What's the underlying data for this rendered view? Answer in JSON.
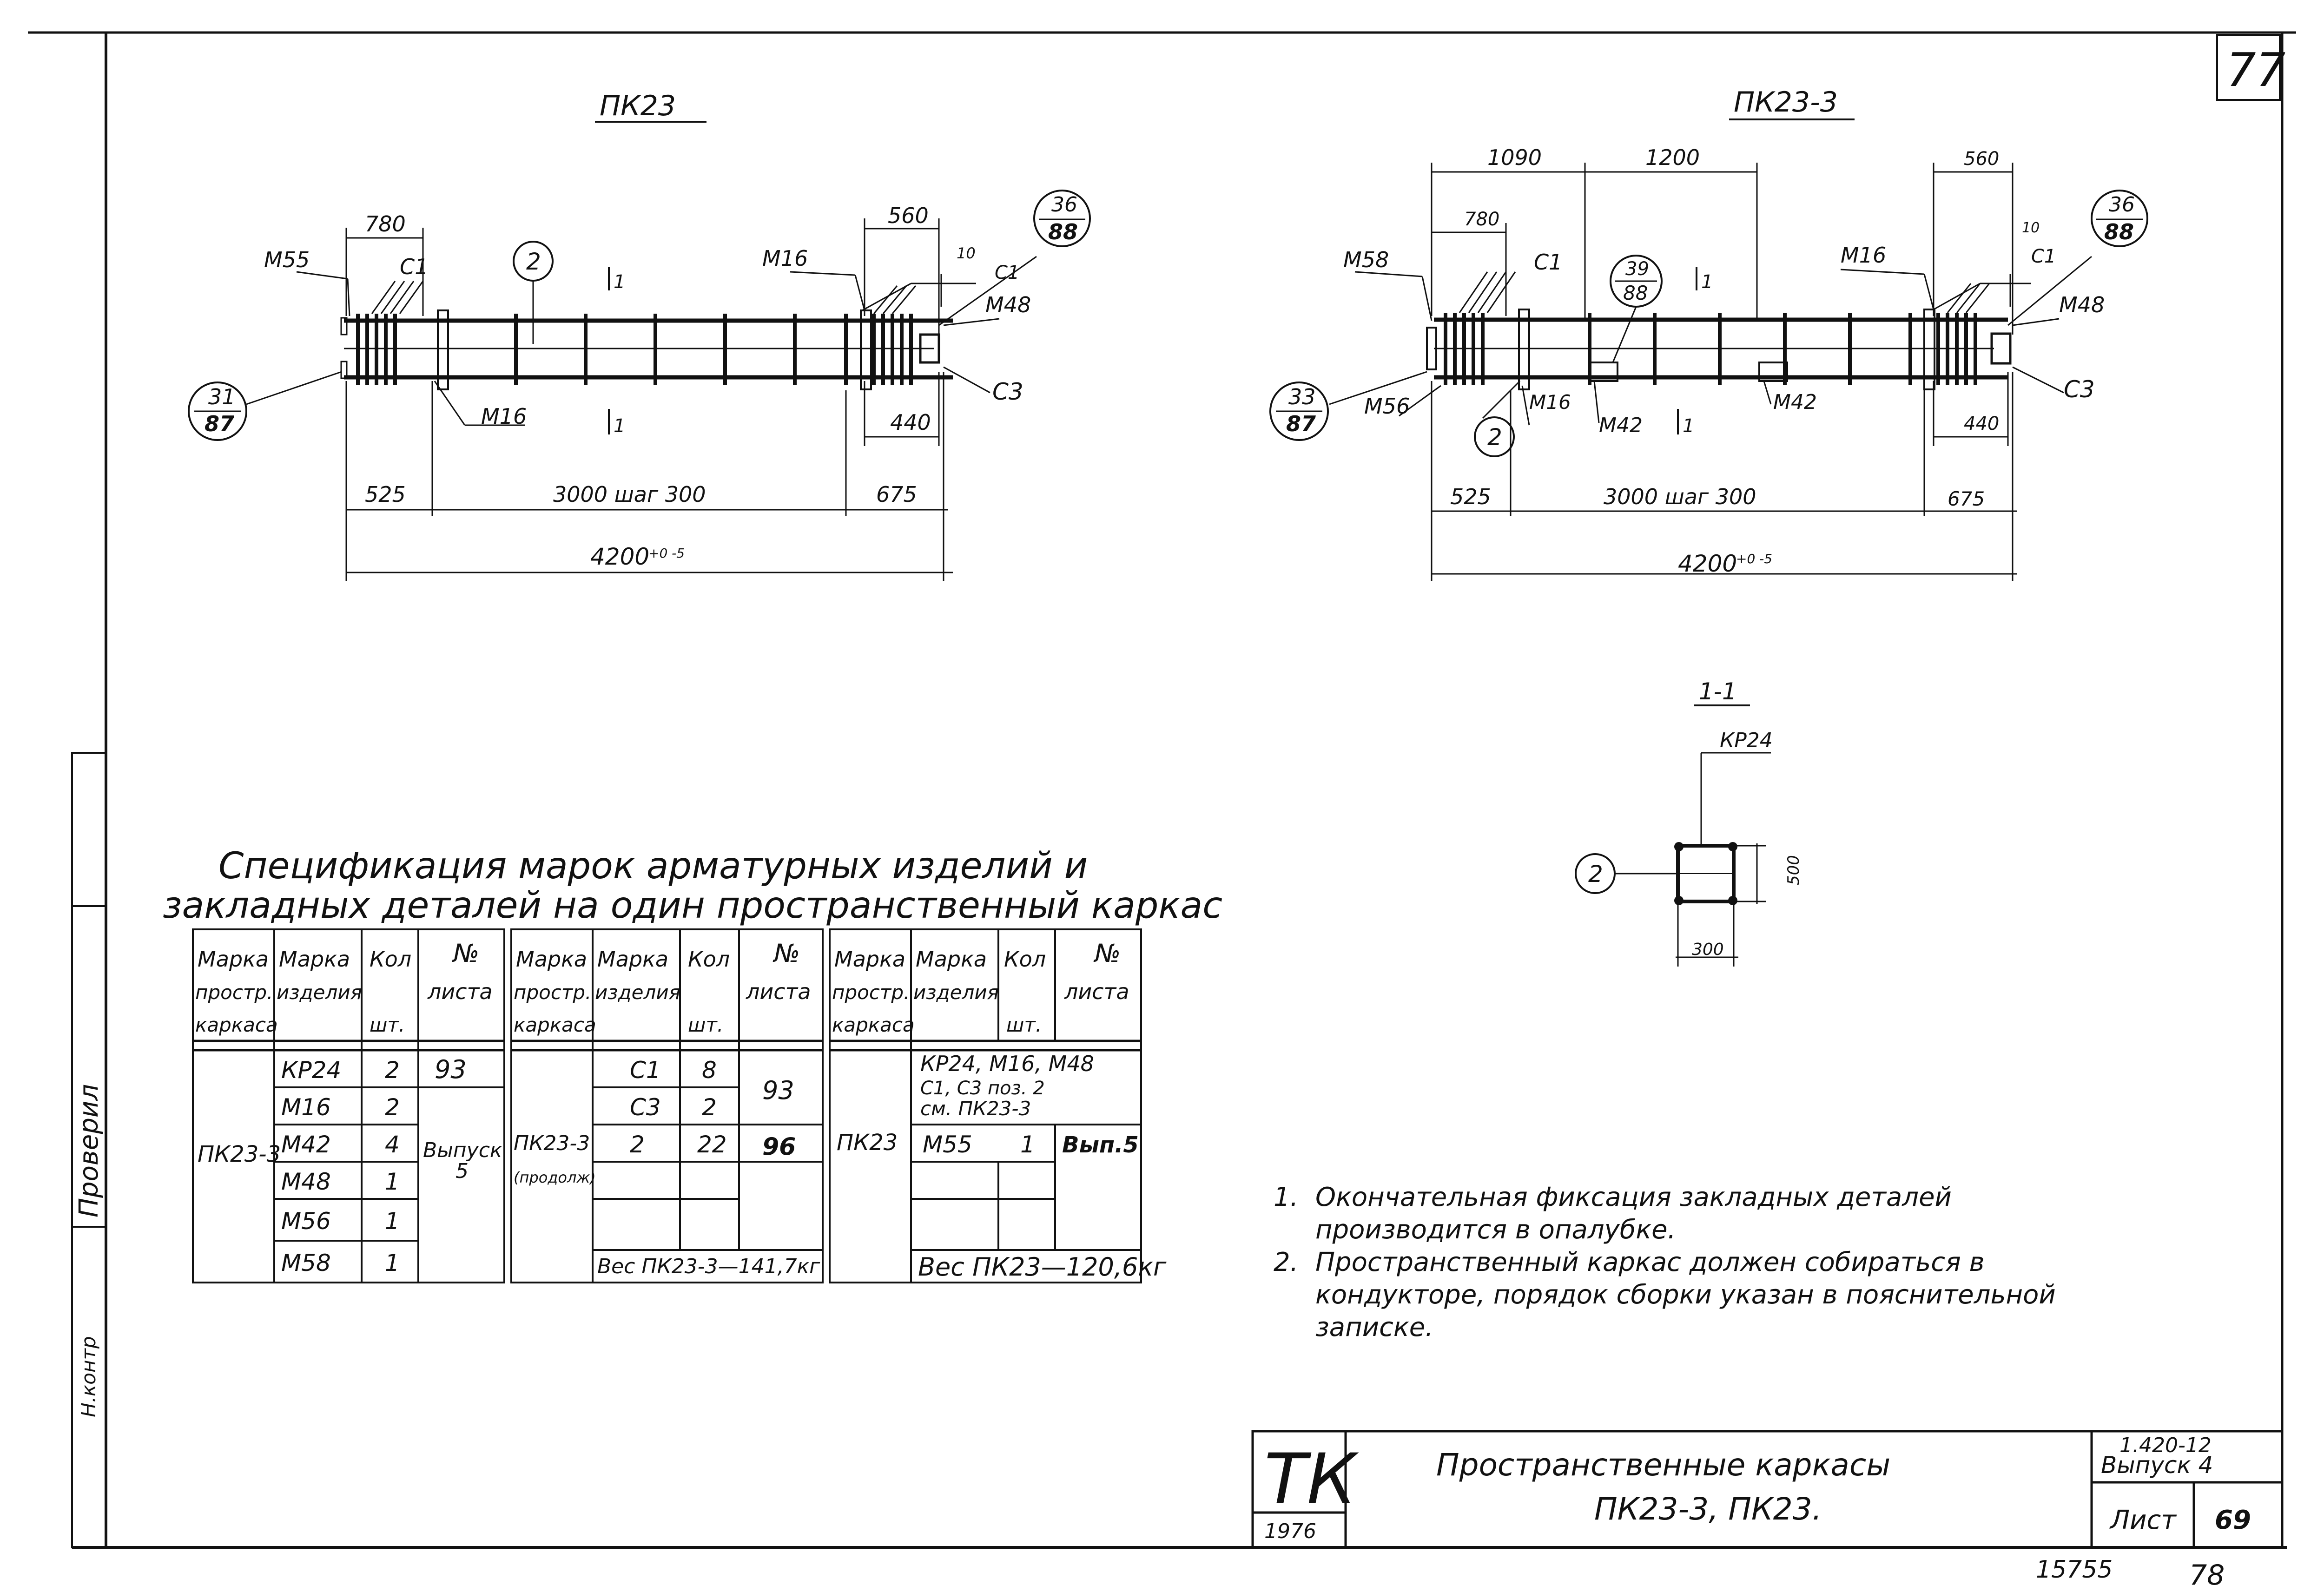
{
  "page_number_box": "77",
  "views": {
    "left": {
      "title": "ПК23",
      "dims": {
        "d780": "780",
        "d560": "560",
        "d10": "10",
        "d440": "440",
        "d525": "525",
        "d3000": "3000 шаг 300",
        "d675": "675",
        "d4200": "4200",
        "tol": "+0 -5"
      },
      "labels": {
        "m55": "М55",
        "c1a": "С1",
        "m16a": "М16",
        "c1b": "С1",
        "m48": "М48",
        "c3": "С3",
        "m16b": "М16",
        "cut_top": "1",
        "cut_bot": "1",
        "pos2": "2",
        "bubble_left_top": "31",
        "bubble_left_bot": "87",
        "bubble_right_top": "36",
        "bubble_right_bot": "88"
      }
    },
    "right": {
      "title": "ПК23-3",
      "dims": {
        "d1090": "1090",
        "d1200": "1200",
        "d560": "560",
        "d780": "780",
        "d10": "10",
        "d440": "440",
        "d525": "525",
        "d3000": "3000 шаг 300",
        "d675": "675",
        "d4200": "4200",
        "tol": "+0 -5"
      },
      "labels": {
        "m58": "М58",
        "c1a": "С1",
        "m16a": "М16",
        "c1b": "С1",
        "m48": "М48",
        "c3": "С3",
        "m56": "М56",
        "m16b": "М16",
        "m42a": "М42",
        "m42b": "М42",
        "cut_top": "1",
        "cut_bot": "1",
        "pos2": "2",
        "bubble_mid_top": "39",
        "bubble_mid_bot": "88",
        "bubble_left_top": "33",
        "bubble_left_bot": "87",
        "bubble_right_top": "36",
        "bubble_right_bot": "88"
      }
    },
    "section": {
      "title": "1-1",
      "kr": "КР24",
      "pos2": "2",
      "d500": "500",
      "d300": "300"
    }
  },
  "spec": {
    "title_line1": "Спецификация марок арматурных изделий и",
    "title_line2": "закладных деталей на один пространственный каркас",
    "headers": {
      "c1": [
        "Марка",
        "простр.",
        "каркаса"
      ],
      "c2": [
        "Марка",
        "изделия"
      ],
      "c3": [
        "Кол",
        "шт."
      ],
      "c4": [
        "№",
        "листа"
      ]
    },
    "t1": {
      "frame": "ПК23-3",
      "rows": [
        {
          "mark": "КР24",
          "qty": "2",
          "sheet": "93"
        },
        {
          "mark": "М16",
          "qty": "2",
          "sheet": ""
        },
        {
          "mark": "М42",
          "qty": "4",
          "sheet": ""
        },
        {
          "mark": "М48",
          "qty": "1",
          "sheet": ""
        },
        {
          "mark": "М56",
          "qty": "1",
          "sheet": ""
        },
        {
          "mark": "М58",
          "qty": "1",
          "sheet": ""
        }
      ],
      "merged_sheet": [
        "Выпуск",
        "5"
      ]
    },
    "t2": {
      "frame": [
        "ПК23-3",
        "(продолж)"
      ],
      "rows": [
        {
          "mark": "С1",
          "qty": "8"
        },
        {
          "mark": "С3",
          "qty": "2"
        },
        {
          "mark": "2",
          "qty": "22",
          "sheet": "96"
        }
      ],
      "merged_sheet": "93",
      "weight": "Вес ПК23-3—141,7кг"
    },
    "t3": {
      "frame": "ПК23",
      "note_lines": [
        "КР24, М16, М48",
        "С1, С3 поз. 2",
        "см. ПК23-3"
      ],
      "rows": [
        {
          "mark": "М55",
          "qty": "1",
          "sheet": "Вып.5"
        }
      ],
      "weight": "Вес ПК23—120,6кг"
    }
  },
  "notes": [
    {
      "num": "1.",
      "lines": [
        "Окончательная фиксация закладных деталей",
        "производится в опалубке."
      ]
    },
    {
      "num": "2.",
      "lines": [
        "Пространственный каркас должен собираться в",
        "кондукторе, порядок сборки указан в пояснительной",
        "записке."
      ]
    }
  ],
  "side_stamps": {
    "checked": "Проверил",
    "trace": "Н.контр"
  },
  "title_block": {
    "logo": "ТК",
    "year": "1976",
    "name_line1": "Пространственные каркасы",
    "name_line2": "ПК23-3, ПК23.",
    "series": "1.420-12",
    "issue": "Выпуск 4",
    "sheet_label": "Лист",
    "sheet_no": "69"
  },
  "footer": {
    "code": "15755",
    "page": "78"
  }
}
